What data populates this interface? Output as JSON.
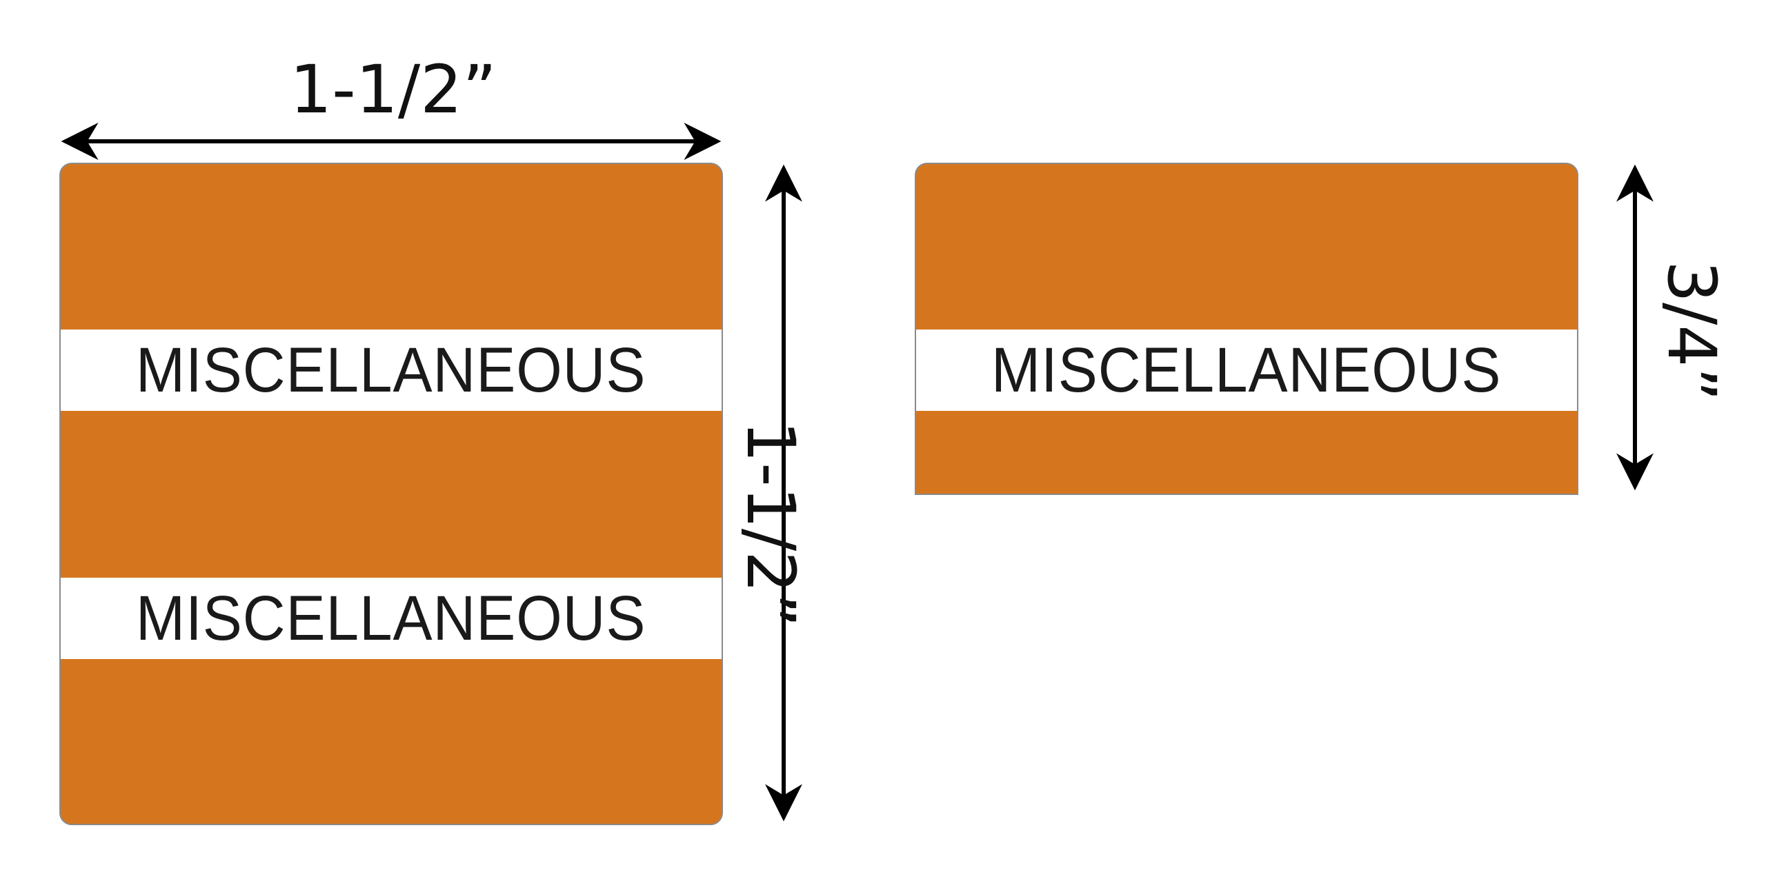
{
  "labels": {
    "square": {
      "color": "#D5761F",
      "band_1_text": "MISCELLANEOUS",
      "band_2_text": "MISCELLANEOUS"
    },
    "rectangle": {
      "color": "#D5761F",
      "band_1_text": "MISCELLANEOUS"
    }
  },
  "dimensions": {
    "square_width": "1-1/2”",
    "square_height": "1-1/2”",
    "rectangle_height": "3/4”"
  }
}
